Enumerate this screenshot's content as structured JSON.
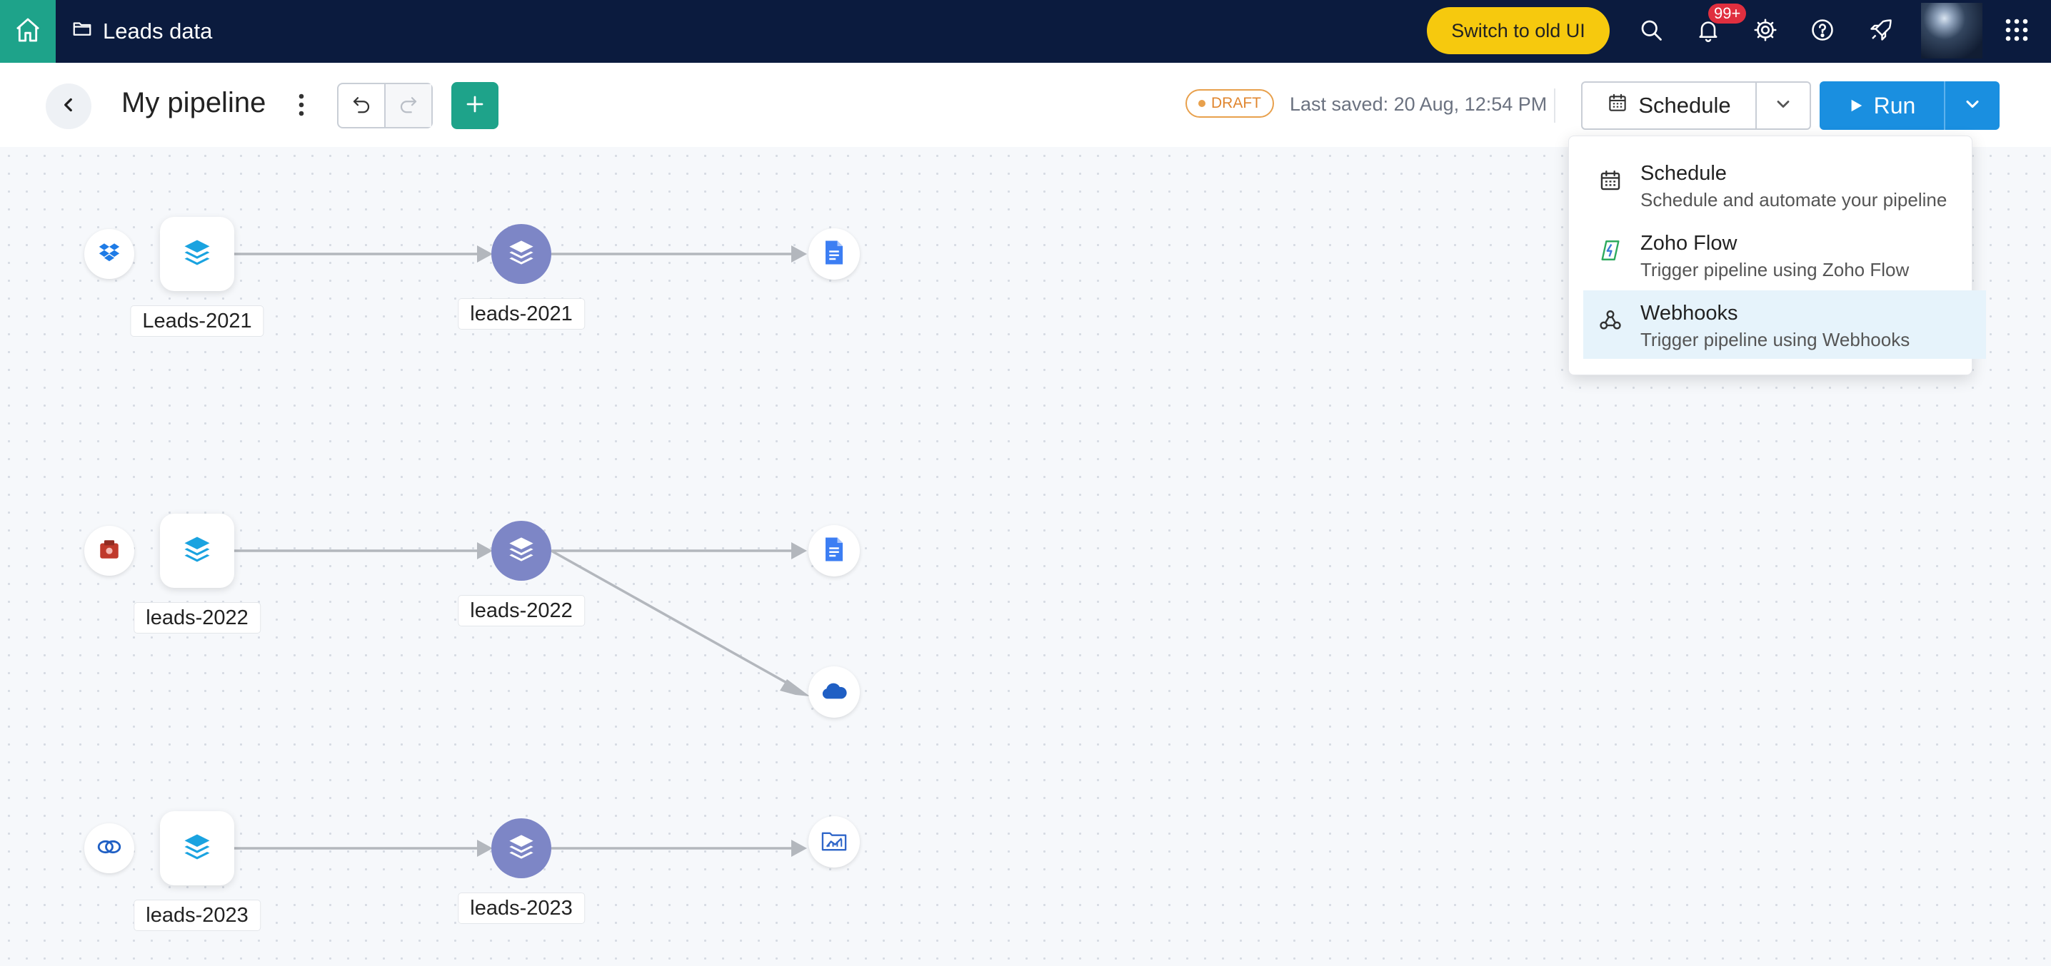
{
  "header": {
    "workspace_title": "Leads data",
    "switch_label": "Switch to old UI",
    "notification_count": "99+"
  },
  "toolbar": {
    "pipeline_title": "My pipeline",
    "status": "DRAFT",
    "last_saved": "Last saved: 20 Aug, 12:54 PM",
    "schedule_label": "Schedule",
    "run_label": "Run"
  },
  "pipeline": {
    "rows": [
      {
        "source_icon": "dropbox-icon",
        "dataset_label": "Leads-2021",
        "stage_label": "leads-2021",
        "destinations": [
          "google-docs-icon"
        ]
      },
      {
        "source_icon": "box-icon",
        "dataset_label": "leads-2022",
        "stage_label": "leads-2022",
        "destinations": [
          "google-docs-icon",
          "onedrive-icon"
        ]
      },
      {
        "source_icon": "link-icon",
        "dataset_label": "leads-2023",
        "stage_label": "leads-2023",
        "destinations": [
          "zoho-analytics-icon"
        ]
      }
    ]
  },
  "run_menu": {
    "items": [
      {
        "title": "Schedule",
        "desc": "Schedule and automate your pipeline",
        "icon": "calendar-icon"
      },
      {
        "title": "Zoho Flow",
        "desc": "Trigger pipeline using Zoho Flow",
        "icon": "zoho-flow-icon"
      },
      {
        "title": "Webhooks",
        "desc": "Trigger pipeline using Webhooks",
        "icon": "webhook-icon",
        "highlighted": true
      }
    ]
  },
  "colors": {
    "topbar": "#0b1b3e",
    "accent_green": "#1ea38a",
    "run_blue": "#1a8fe0",
    "draft_orange": "#e8a04c",
    "stage_purple": "#7d86c6",
    "highlight": "#e6f3fb"
  }
}
